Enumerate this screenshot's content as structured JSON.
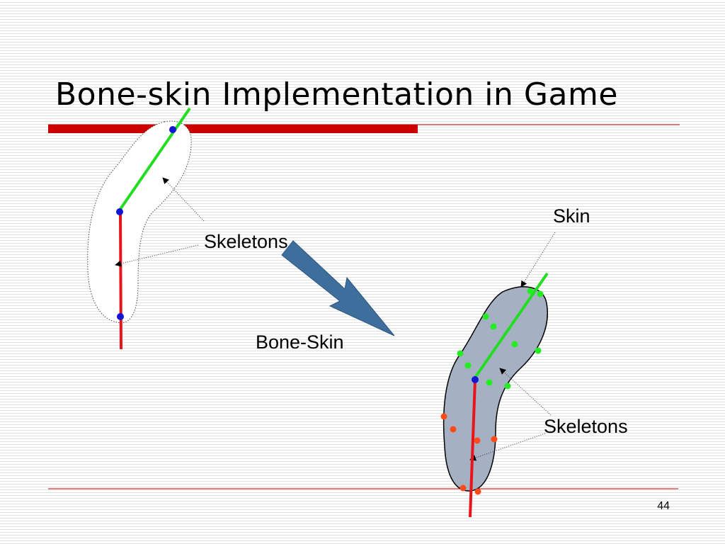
{
  "slide": {
    "title": "Bone-skin Implementation in Game",
    "page_number": "44",
    "colors": {
      "accent_bar": "#cc0000",
      "bone_red": "#e8141c",
      "bone_green": "#22dd22",
      "joint_blue": "#1414d4",
      "skin_fill": "#a5b1c2",
      "arrow_blue": "#3e6e9c",
      "vertex_green": "#22ee22",
      "vertex_orange": "#ff4a1a"
    }
  },
  "diagram": {
    "left_figure": {
      "skeletons_label": "Skeletons"
    },
    "transition_label": "Bone-Skin",
    "right_figure": {
      "skin_label": "Skin",
      "skeletons_label": "Skeletons"
    }
  }
}
